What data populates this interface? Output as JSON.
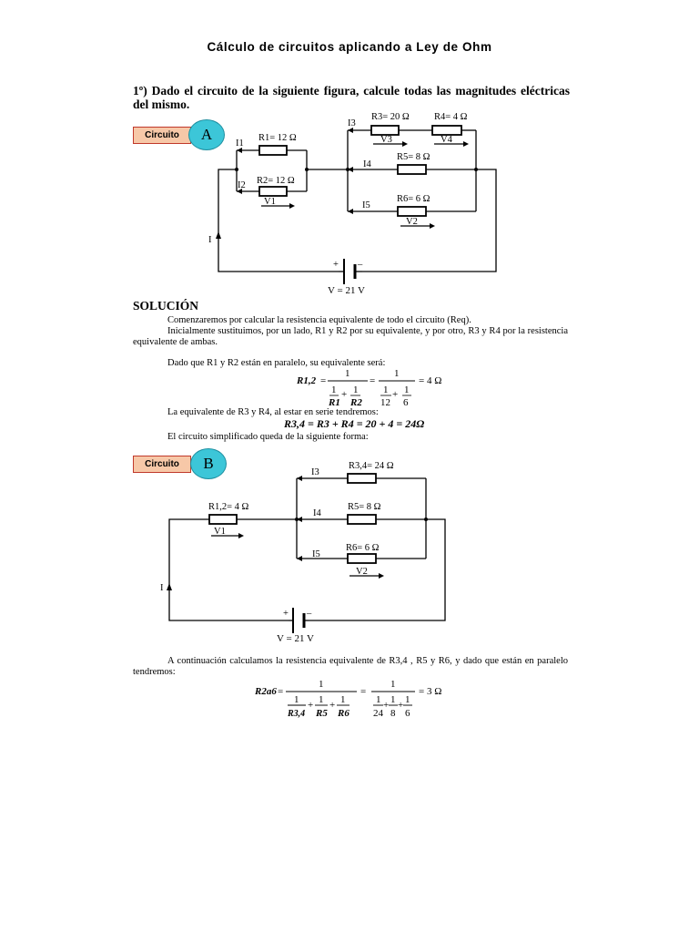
{
  "title": "Cálculo de circuitos aplicando a Ley de Ohm",
  "problem": "1º) Dado el circuito de la siguiente figura, calcule todas las magnitudes eléctricas del mismo.",
  "circuit_a": {
    "tag": "Circuito",
    "badge": "A",
    "r1": "R1= 12 Ω",
    "r2": "R2= 12 Ω",
    "r3": "R3= 20 Ω",
    "r4": "R4= 4 Ω",
    "r5": "R5= 8 Ω",
    "r6": "R6= 6 Ω",
    "i": "I",
    "i1": "I1",
    "i2": "I2",
    "i3": "I3",
    "i4": "I4",
    "i5": "I5",
    "v1": "V1",
    "v2": "V2",
    "v3": "V3",
    "v4": "V4",
    "plus": "+",
    "minus": "–",
    "voltage": "V = 21 V"
  },
  "solution": {
    "heading": "SOLUCIÓN",
    "line1": "Comenzaremos por calcular la resistencia equivalente de todo el circuito (Req).",
    "line2": "Inicialmente sustituimos, por un lado, R1 y R2 por su equivalente, y por otro, R3 y R4 por la resistencia equivalente de ambas.",
    "line3": "Dado que R1 y R2 están en paralelo, su equivalente será:",
    "line4": "La equivalente de R3 y R4, al estar en serie tendremos:",
    "line5": "El circuito simplificado queda de la siguiente forma:",
    "line6": "A continuación calculamos la resistencia equivalente de R3,4 , R5 y R6, y dado que están en paralelo tendremos:"
  },
  "eq1": {
    "lhs": "R1,2",
    "one": "1",
    "d1": "R1",
    "d2": "R2",
    "n1": "12",
    "n2": "6",
    "result": "= 4 Ω"
  },
  "eq2": "R3,4 = R3 + R4 = 20 + 4 = 24Ω",
  "circuit_b": {
    "tag": "Circuito",
    "badge": "B",
    "r12": "R1,2= 4 Ω",
    "r34": "R3,4= 24 Ω",
    "r5": "R5= 8 Ω",
    "r6": "R6= 6 Ω",
    "i": "I",
    "i3": "I3",
    "i4": "I4",
    "i5": "I5",
    "v1": "V1",
    "v2": "V2",
    "plus": "+",
    "minus": "–",
    "voltage": "V = 21 V"
  },
  "eq3": {
    "lhs": "R2a6",
    "one": "1",
    "d1": "R3,4",
    "d2": "R5",
    "d3": "R6",
    "n1": "24",
    "n2": "8",
    "n3": "6",
    "result": "= 3 Ω"
  },
  "colors": {
    "tag_fill": "#f7c8a8",
    "tag_border": "#c0392b",
    "badge_fill": "#3cc6d8"
  }
}
